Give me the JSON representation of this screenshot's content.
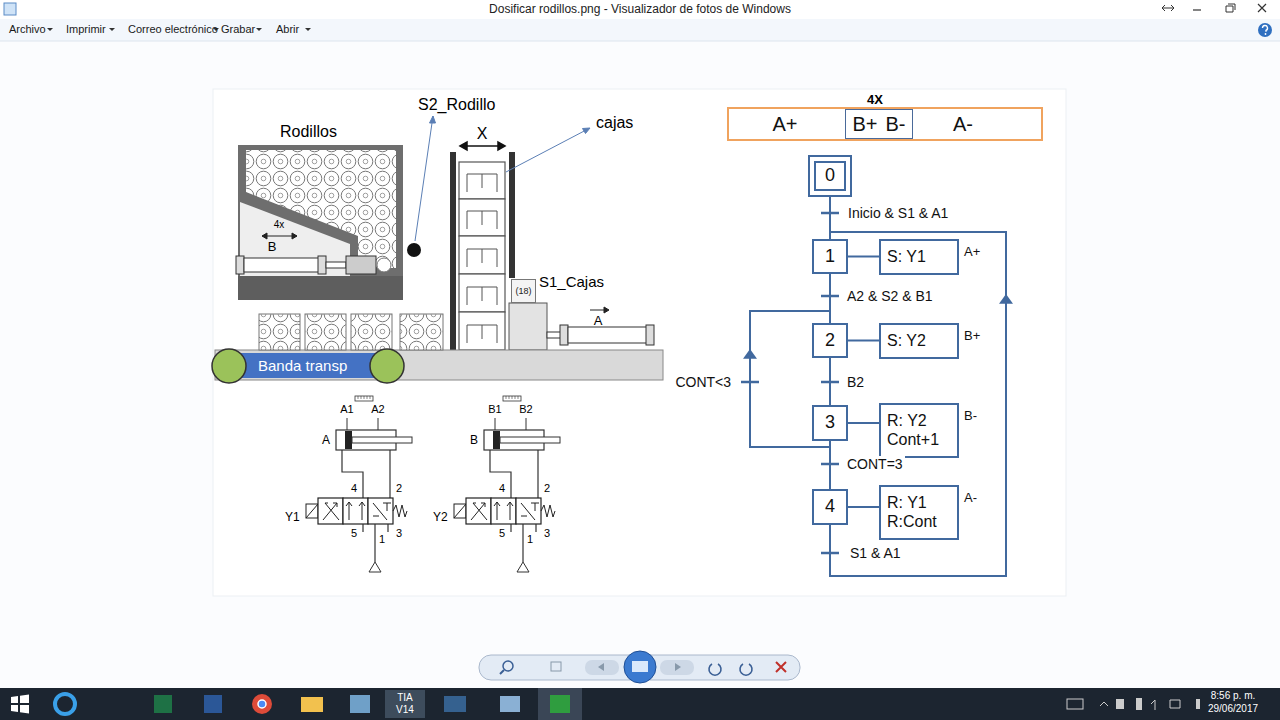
{
  "diagram": {
    "title": "Dosificar rodillos.png - Visualizador de fotos de Windows",
    "nodes": [
      {
        "text": [
          "A+",
          "A-"
        ]
      },
      {
        "text": [
          "B+",
          "B-"
        ],
        "in": 0
      },
      {
        "text": [
          "(18)"
        ]
      },
      {
        "text": [
          "Banda transp"
        ]
      },
      {
        "text": [
          "0"
        ]
      },
      {
        "text": [
          "1"
        ]
      },
      {
        "text": [
          "S: Y1",
          "A+"
        ]
      },
      {
        "text": [
          "2"
        ]
      },
      {
        "text": [
          "S: Y2",
          "B+"
        ]
      },
      {
        "text": [
          "3"
        ]
      },
      {
        "text": [
          "R: Y2 Cont+1",
          "B-"
        ]
      },
      {
        "text": [
          "4"
        ]
      },
      {
        "text": [
          "R: Y1 R:Cont",
          "A-"
        ]
      }
    ],
    "edges": [
      {
        "from": 4,
        "to": 5,
        "arrow": "none",
        "label": "Inicio & S1 & A1"
      },
      {
        "from": 5,
        "to": 6,
        "arrow": "none"
      },
      {
        "from": 5,
        "to": 7,
        "arrow": "none",
        "label": "A2 & S2 & B1"
      },
      {
        "from": 7,
        "to": 8,
        "arrow": "none"
      },
      {
        "from": 7,
        "to": 9,
        "arrow": "none",
        "label": "B2"
      },
      {
        "from": 9,
        "to": 10,
        "arrow": "none"
      },
      {
        "from": 9,
        "to": 11,
        "arrow": "none",
        "label": "CONT=3"
      },
      {
        "from": 9,
        "to": 7,
        "arrow": "to",
        "label": "CONT<3"
      },
      {
        "from": 11,
        "to": 12,
        "arrow": "none"
      },
      {
        "from": 11,
        "to": 5,
        "arrow": "to",
        "label": "S1 & A1"
      }
    ],
    "labels": [
      "Archivo",
      "Imprimir",
      "Correo electrónico",
      "Grabar",
      "Abrir",
      "4X",
      "S2_Rodillo",
      "Rodillos",
      "X",
      "cajas",
      "4x",
      "B",
      "S1_Cajas",
      "A",
      "A1",
      "A2",
      "A",
      "4",
      "2",
      "Y1",
      "5",
      "1",
      "3",
      "B1",
      "B2",
      "B",
      "4",
      "2",
      "Y2",
      "5",
      "1",
      "3",
      "TIA",
      "V14",
      "8:56 p. m.",
      "29/06/2017"
    ]
  }
}
